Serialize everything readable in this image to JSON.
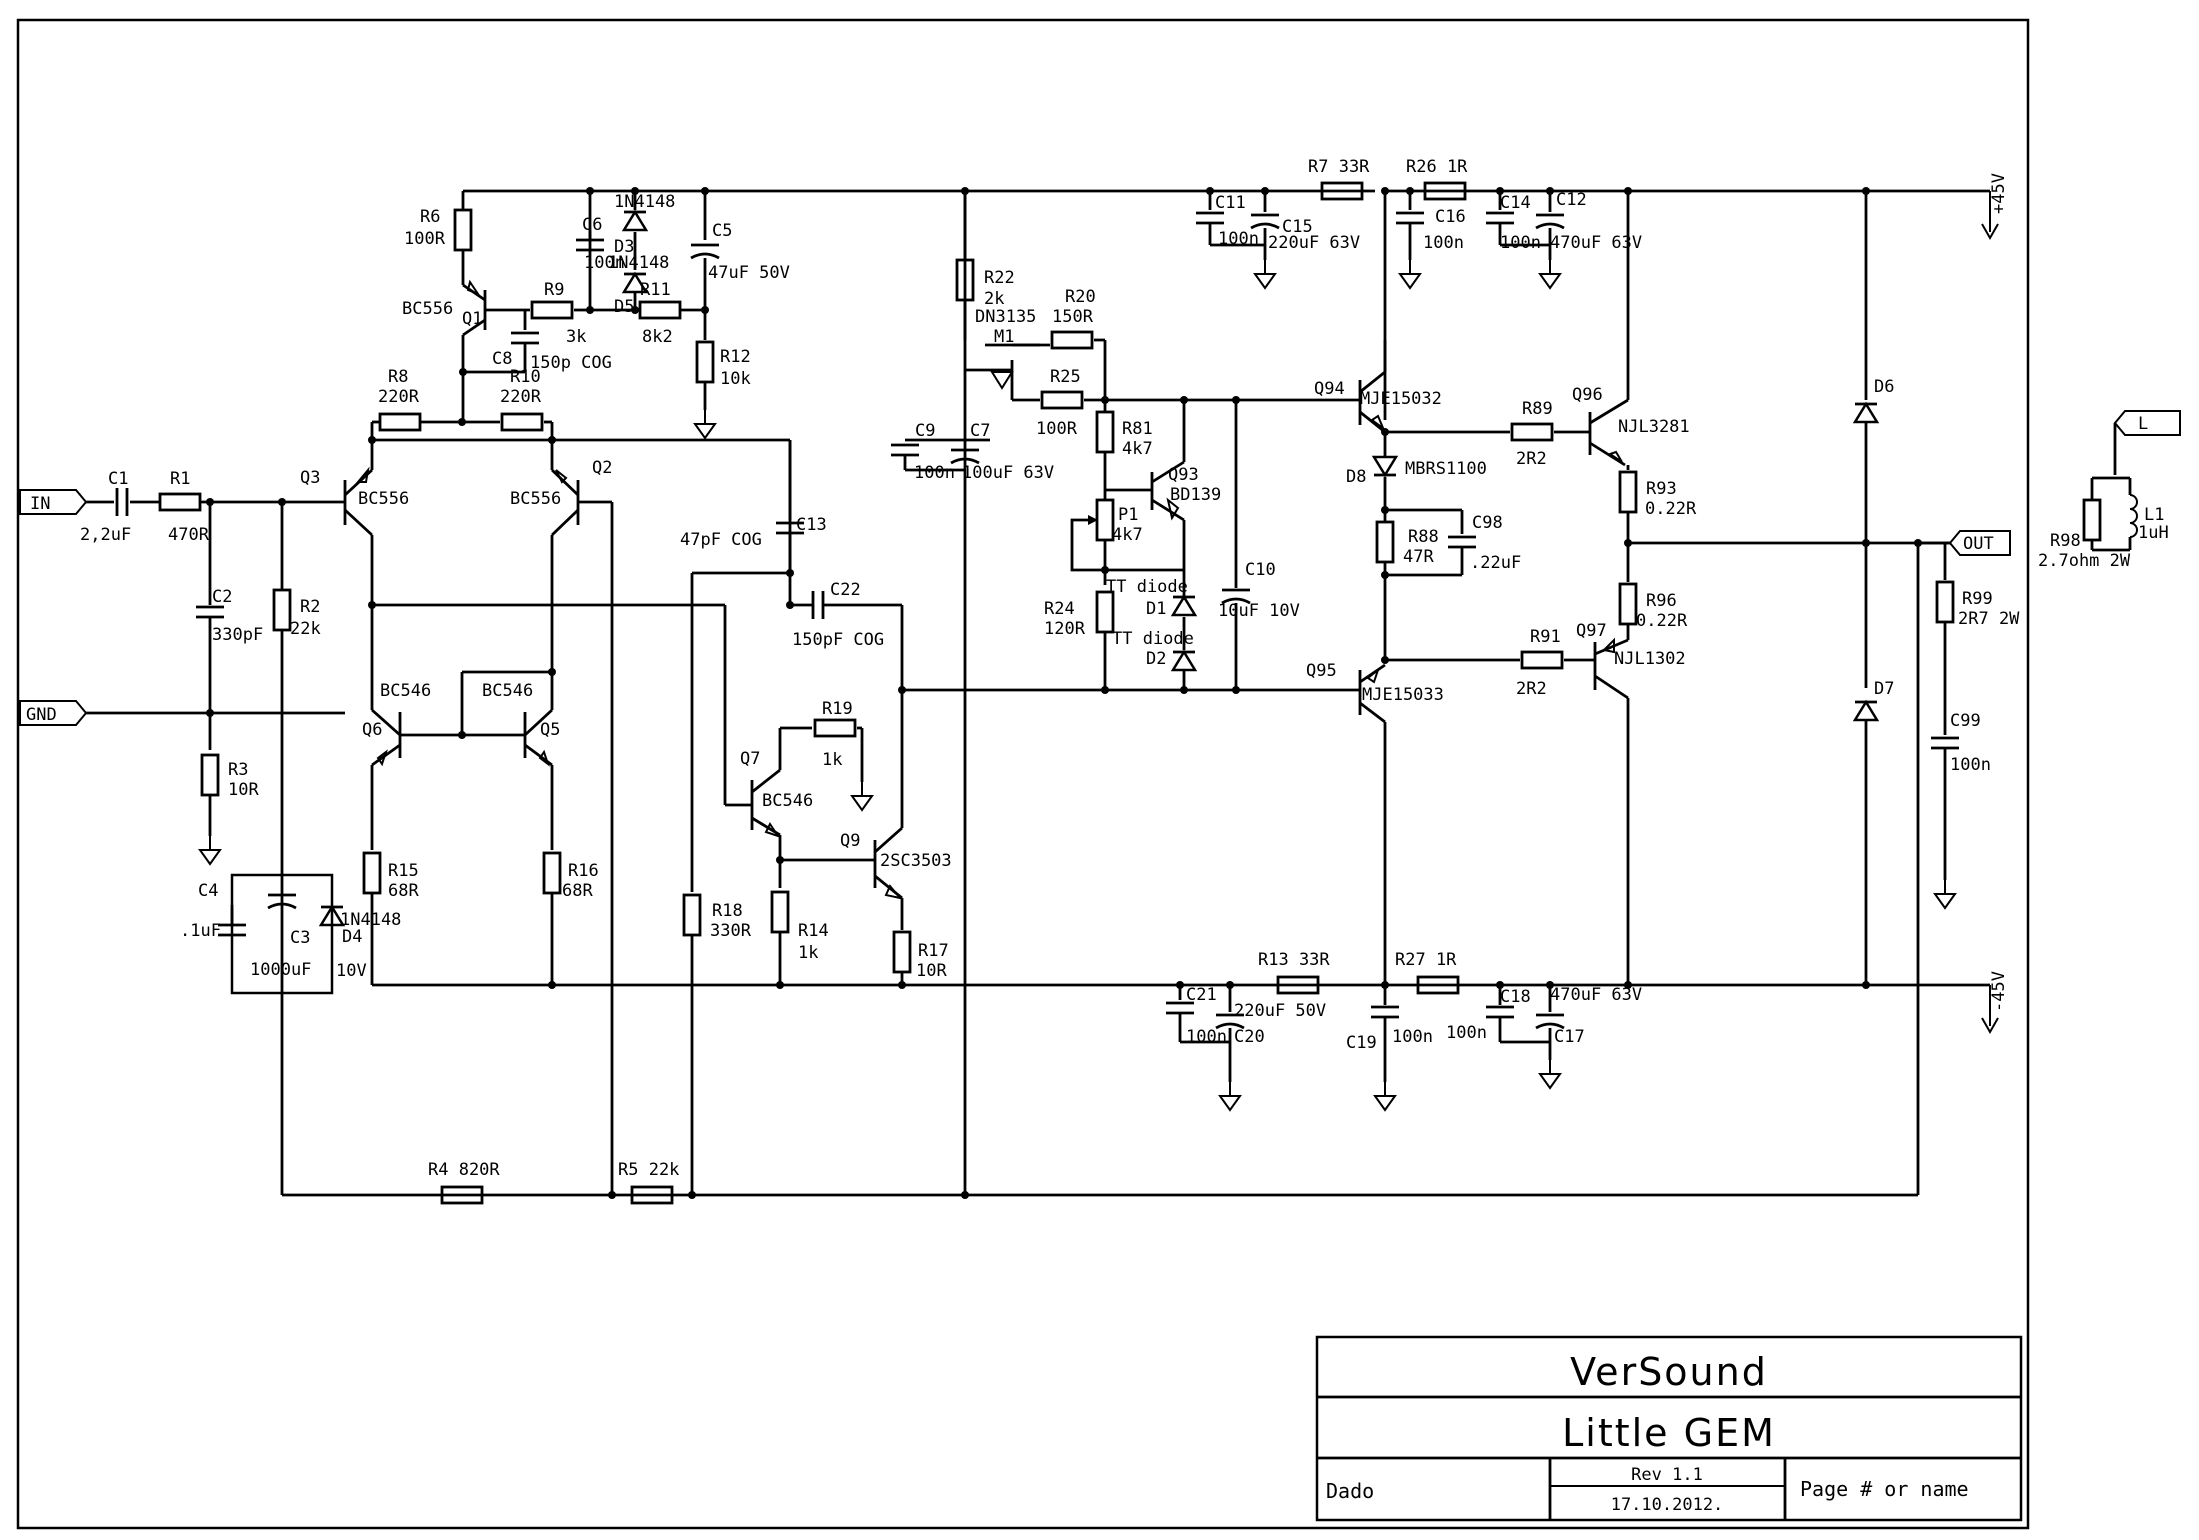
{
  "title_block": {
    "company": "VerSound",
    "title": "Little GEM",
    "author": "Dado",
    "revision": "Rev 1.1",
    "date": "17.10.2012.",
    "page": "Page # or name"
  },
  "ports": {
    "in": "IN",
    "gnd": "GND",
    "out": "OUT",
    "l": "L",
    "pos_rail": "+45V",
    "neg_rail": "-45V"
  },
  "labels": {
    "C1": "C1",
    "C1v": "2,2uF",
    "R1": "R1",
    "R1v": "470R",
    "C2": "C2",
    "C2v": "330pF",
    "R2": "R2",
    "R2v": "22k",
    "R3": "R3",
    "R3v": "10R",
    "C4": "C4",
    "C4v": ".1uF",
    "C3": "C3",
    "C3v": "1000uF",
    "D4": "D4",
    "D4v": "1N4148",
    "D4v2": "10V",
    "Q3": "Q3",
    "Q3v": "BC556",
    "Q2": "Q2",
    "Q2v": "BC556",
    "R6": "R6",
    "R6v": "100R",
    "Q1": "Q1",
    "Q1v": "BC556",
    "R9": "R9",
    "R9v": "3k",
    "C8": "C8",
    "C8v": "150p COG",
    "C6": "C6",
    "C6v": "100n",
    "D3": "D3",
    "D3v": "1N4148",
    "D5": "D5",
    "D5v": "1N4148",
    "R11": "R11",
    "R11v": "8k2",
    "C5": "C5",
    "C5v": "47uF 50V",
    "R12": "R12",
    "R12v": "10k",
    "R8": "R8",
    "R8v": "220R",
    "R10": "R10",
    "R10v": "220R",
    "Q6": "Q6",
    "Q6v": "BC546",
    "Q5": "Q5",
    "Q5v": "BC546",
    "R15": "R15",
    "R15v": "68R",
    "R16": "R16",
    "R16v": "68R",
    "C13": "C13",
    "C13v": "47pF COG",
    "C22": "C22",
    "C22v": "150pF COG",
    "R19": "R19",
    "R19v": "1k",
    "Q7": "Q7",
    "Q7v": "BC546",
    "Q9": "Q9",
    "Q9v": "2SC3503",
    "R18": "R18",
    "R18v": "330R",
    "R14": "R14",
    "R14v": "1k",
    "R17": "R17",
    "R17v": "10R",
    "R4": "R4 820R",
    "R5": "R5 22k",
    "R22": "R22",
    "R22v": "2k",
    "M1": "M1",
    "M1v": "DN3135",
    "R20": "R20",
    "R20v": "150R",
    "R25": "R25",
    "R25v": "100R",
    "C9": "C9",
    "C9v": "100n",
    "C7": "C7",
    "C7v": "100uF 63V",
    "R81": "R81",
    "R81v": "4k7",
    "Q93": "Q93",
    "Q93v": "BD139",
    "P1": "P1",
    "P1v": "4k7",
    "R24": "R24",
    "R24v": "120R",
    "D1": "D1",
    "D1v": "TT diode",
    "D2": "D2",
    "D2v": "TT diode",
    "C10": "C10",
    "C10v": "10uF 10V",
    "C11": "C11",
    "C11v": "100n",
    "C15": "C15",
    "C15v": "220uF 63V",
    "R7": "R7  33R",
    "R26": "R26  1R",
    "C16": "C16",
    "C16v": "100n",
    "C14": "C14",
    "C14v": "100n",
    "C12": "C12",
    "C12v": "470uF 63V",
    "Q94": "Q94",
    "Q94v": "MJE15032",
    "D8": "D8",
    "D8v": "MBRS1100",
    "R88": "R88",
    "R88v": "47R",
    "C98": "C98",
    "C98v": ".22uF",
    "Q95": "Q95",
    "Q95v": "MJE15033",
    "R89": "R89",
    "R89v": "2R2",
    "Q96": "Q96",
    "Q96v": "NJL3281",
    "R93": "R93",
    "R93v": "0.22R",
    "R96": "R96",
    "R96v": "0.22R",
    "R91": "R91",
    "R91v": "2R2",
    "Q97": "Q97",
    "Q97v": "NJL1302",
    "D6": "D6",
    "D7": "D7",
    "R99": "R99",
    "R99v": "2R7 2W",
    "C99": "C99",
    "C99v": "100n",
    "L1": "L1",
    "L1v": "1uH",
    "R98": "R98",
    "R98v": "2.7ohm 2W",
    "C21": "C21",
    "C21v": "100n",
    "C20": "C20",
    "C20v": "220uF 50V",
    "R13": "R13  33R",
    "R27": "R27  1R",
    "C19": "C19",
    "C19v": "100n",
    "C18": "C18",
    "C18v": "100n",
    "C17": "C17",
    "C17v": "470uF 63V"
  },
  "colors": {
    "ink": "#000000",
    "paper": "#ffffff"
  },
  "icons": {
    "ground": "ground-icon",
    "port": "port-arrow-icon",
    "resistor": "resistor-icon",
    "capacitor": "capacitor-icon",
    "diode": "diode-icon",
    "transistor": "transistor-icon"
  }
}
